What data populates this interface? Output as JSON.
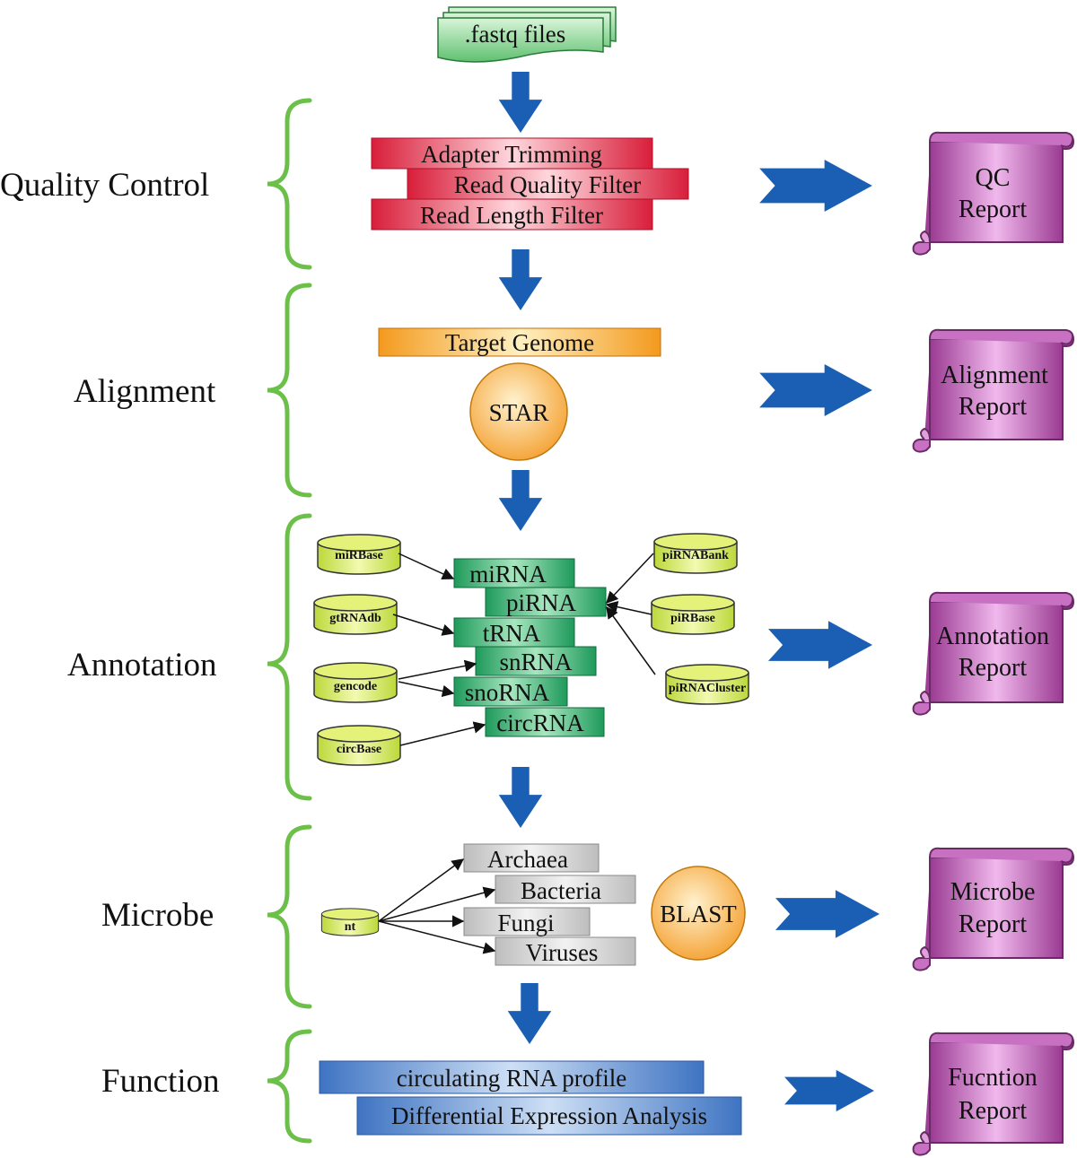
{
  "input": {
    "label": ".fastq files"
  },
  "stages": {
    "quality_control": {
      "label": "Quality Control",
      "steps": [
        "Adapter Trimming",
        "Read Quality Filter",
        "Read Length Filter"
      ],
      "report": [
        "QC",
        "Report"
      ]
    },
    "alignment": {
      "label": "Alignment",
      "genome": "Target Genome",
      "tool": "STAR",
      "report": [
        "Alignment",
        "Report"
      ]
    },
    "annotation": {
      "label": "Annotation",
      "rna_types": [
        "miRNA",
        "piRNA",
        "tRNA",
        "snRNA",
        "snoRNA",
        "circRNA"
      ],
      "databases_left": [
        "miRBase",
        "gtRNAdb",
        "gencode",
        "circBase"
      ],
      "databases_right": [
        "piRNABank",
        "piRBase",
        "piRNACluster"
      ],
      "report": [
        "Annotation",
        "Report"
      ]
    },
    "microbe": {
      "label": "Microbe",
      "database": "nt",
      "taxa": [
        "Archaea",
        "Bacteria",
        "Fungi",
        "Viruses"
      ],
      "tool": "BLAST",
      "report": [
        "Microbe",
        "Report"
      ]
    },
    "function": {
      "label": "Function",
      "analyses": [
        "circulating RNA profile",
        "Differential Expression Analysis"
      ],
      "report": [
        "Fucntion",
        "Report"
      ]
    }
  },
  "colors": {
    "brace": "#6cc04a",
    "arrow": "#1a5fb4",
    "red_box": "#d81e3a",
    "orange_box": "#f39a1e",
    "green_box": "#1e9a5a",
    "grey_box": "#cfcfcf",
    "blue_box": "#4a7fc8",
    "database": "#d6ea5a",
    "tool_circle": "#f7a93a",
    "report_scroll": "#b04aa8",
    "input_doc": "#5fc070"
  }
}
